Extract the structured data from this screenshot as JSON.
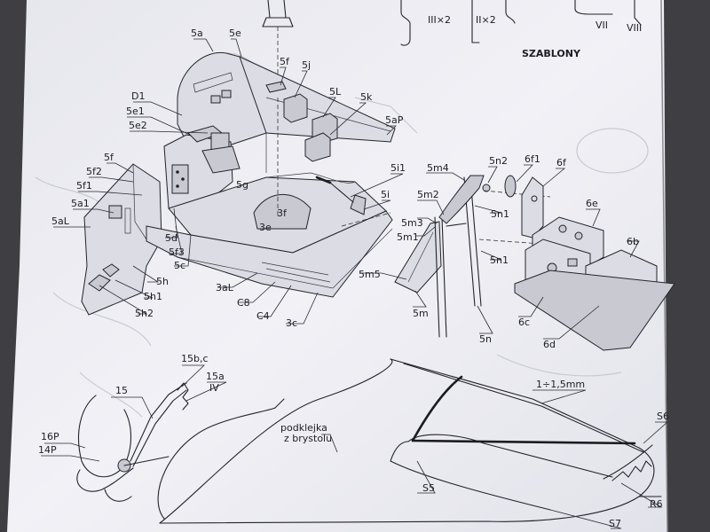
{
  "header": {
    "roman_left": "III×2",
    "roman_mid": "II×2",
    "roman_vii": "VII",
    "roman_viii": "VIII",
    "templates_title": "SZABLONY"
  },
  "cockpit_labels": [
    {
      "id": "5a",
      "text": "5a"
    },
    {
      "id": "5e",
      "text": "5e"
    },
    {
      "id": "5f-top",
      "text": "5f"
    },
    {
      "id": "5j",
      "text": "5j"
    },
    {
      "id": "5l",
      "text": "5L"
    },
    {
      "id": "5k",
      "text": "5k"
    },
    {
      "id": "5ap",
      "text": "5aP"
    },
    {
      "id": "d1",
      "text": "D1"
    },
    {
      "id": "5e1",
      "text": "5e1"
    },
    {
      "id": "5e2",
      "text": "5e2"
    },
    {
      "id": "5f",
      "text": "5f"
    },
    {
      "id": "5f2",
      "text": "5f2"
    },
    {
      "id": "5f1",
      "text": "5f1"
    },
    {
      "id": "5a1",
      "text": "5a1"
    },
    {
      "id": "5al",
      "text": "5aL"
    },
    {
      "id": "5g",
      "text": "5g"
    },
    {
      "id": "5i1",
      "text": "5i1"
    },
    {
      "id": "5i",
      "text": "5i"
    },
    {
      "id": "3f",
      "text": "3f"
    },
    {
      "id": "3e",
      "text": "3e"
    },
    {
      "id": "5d",
      "text": "5d"
    },
    {
      "id": "5f3",
      "text": "5f3"
    },
    {
      "id": "5c",
      "text": "5c"
    },
    {
      "id": "5h",
      "text": "5h"
    },
    {
      "id": "5h1",
      "text": "5h1"
    },
    {
      "id": "5h2",
      "text": "5h2"
    },
    {
      "id": "3al",
      "text": "3aL"
    },
    {
      "id": "c8",
      "text": "C8"
    },
    {
      "id": "c4",
      "text": "C4"
    },
    {
      "id": "3c",
      "text": "3c"
    }
  ],
  "seat_labels": [
    {
      "id": "5m4",
      "text": "5m4"
    },
    {
      "id": "5n2",
      "text": "5n2"
    },
    {
      "id": "6f1",
      "text": "6f1"
    },
    {
      "id": "6f",
      "text": "6f"
    },
    {
      "id": "5m2",
      "text": "5m2"
    },
    {
      "id": "5n1a",
      "text": "5n1"
    },
    {
      "id": "6e",
      "text": "6e"
    },
    {
      "id": "5m3",
      "text": "5m3"
    },
    {
      "id": "5m1",
      "text": "5m1"
    },
    {
      "id": "5n1b",
      "text": "5n1"
    },
    {
      "id": "6b",
      "text": "6b"
    },
    {
      "id": "5m5",
      "text": "5m5"
    },
    {
      "id": "5m",
      "text": "5m"
    },
    {
      "id": "5n",
      "text": "5n"
    },
    {
      "id": "6c",
      "text": "6c"
    },
    {
      "id": "6d",
      "text": "6d"
    }
  ],
  "lower_labels": [
    {
      "id": "15bc",
      "text": "15b,c"
    },
    {
      "id": "15a",
      "text": "15a"
    },
    {
      "id": "iv",
      "text": "IV"
    },
    {
      "id": "15",
      "text": "15"
    },
    {
      "id": "16p",
      "text": "16P"
    },
    {
      "id": "14p",
      "text": "14P"
    },
    {
      "id": "podklejka1",
      "text": "podklejka"
    },
    {
      "id": "podklejka2",
      "text": "z brystolu"
    },
    {
      "id": "thickness",
      "text": "1÷1,5mm"
    },
    {
      "id": "s6",
      "text": "S6"
    },
    {
      "id": "s5",
      "text": "S5"
    },
    {
      "id": "r6",
      "text": "R6"
    },
    {
      "id": "s7",
      "text": "S7"
    }
  ],
  "colors": {
    "paper": "#eeeef3",
    "ink": "#23232c",
    "binding": "#3f3e42"
  }
}
